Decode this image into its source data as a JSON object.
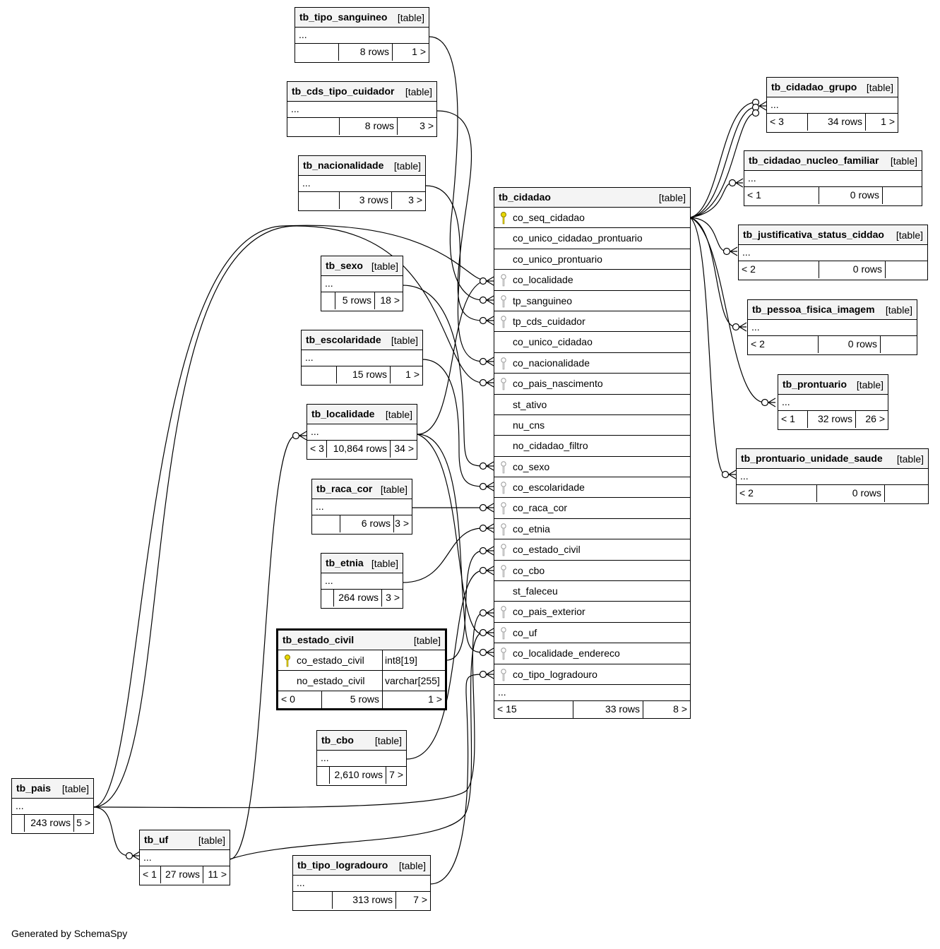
{
  "focus_table": {
    "name": "tb_estado_civil",
    "type": "[table]",
    "columns": [
      {
        "name": "co_estado_civil",
        "datatype": "int8[19]",
        "key": "primary"
      },
      {
        "name": "no_estado_civil",
        "datatype": "varchar[255]",
        "key": "none"
      }
    ],
    "footer": {
      "parents": "< 0",
      "rows": "5 rows",
      "children": "1 >"
    }
  },
  "center_table": {
    "name": "tb_cidadao",
    "type": "[table]",
    "columns": [
      {
        "name": "co_seq_cidadao",
        "key": "primary"
      },
      {
        "name": "co_unico_cidadao_prontuario",
        "key": "none"
      },
      {
        "name": "co_unico_prontuario",
        "key": "none"
      },
      {
        "name": "co_localidade",
        "key": "foreign"
      },
      {
        "name": "tp_sanguineo",
        "key": "foreign"
      },
      {
        "name": "tp_cds_cuidador",
        "key": "foreign"
      },
      {
        "name": "co_unico_cidadao",
        "key": "none"
      },
      {
        "name": "co_nacionalidade",
        "key": "foreign"
      },
      {
        "name": "co_pais_nascimento",
        "key": "foreign"
      },
      {
        "name": "st_ativo",
        "key": "none"
      },
      {
        "name": "nu_cns",
        "key": "none"
      },
      {
        "name": "no_cidadao_filtro",
        "key": "none"
      },
      {
        "name": "co_sexo",
        "key": "foreign"
      },
      {
        "name": "co_escolaridade",
        "key": "foreign"
      },
      {
        "name": "co_raca_cor",
        "key": "foreign"
      },
      {
        "name": "co_etnia",
        "key": "foreign"
      },
      {
        "name": "co_estado_civil",
        "key": "foreign"
      },
      {
        "name": "co_cbo",
        "key": "foreign"
      },
      {
        "name": "st_faleceu",
        "key": "none"
      },
      {
        "name": "co_pais_exterior",
        "key": "foreign"
      },
      {
        "name": "co_uf",
        "key": "foreign"
      },
      {
        "name": "co_localidade_endereco",
        "key": "foreign"
      },
      {
        "name": "co_tipo_logradouro",
        "key": "foreign"
      }
    ],
    "ellipsis": "...",
    "footer": {
      "parents": "< 15",
      "rows": "33 rows",
      "children": "8 >"
    }
  },
  "tables": [
    {
      "id": "t1",
      "name": "tb_tipo_sanguineo",
      "type": "[table]",
      "ellipsis": "...",
      "parents": "",
      "rows": "8 rows",
      "children": "1 >"
    },
    {
      "id": "t2",
      "name": "tb_cds_tipo_cuidador",
      "type": "[table]",
      "ellipsis": "...",
      "parents": "",
      "rows": "8 rows",
      "children": "3 >"
    },
    {
      "id": "t3",
      "name": "tb_nacionalidade",
      "type": "[table]",
      "ellipsis": "...",
      "parents": "",
      "rows": "3 rows",
      "children": "3 >"
    },
    {
      "id": "t4",
      "name": "tb_sexo",
      "type": "[table]",
      "ellipsis": "...",
      "parents": "",
      "rows": "5 rows",
      "children": "18 >"
    },
    {
      "id": "t5",
      "name": "tb_escolaridade",
      "type": "[table]",
      "ellipsis": "...",
      "parents": "",
      "rows": "15 rows",
      "children": "1 >"
    },
    {
      "id": "t6",
      "name": "tb_localidade",
      "type": "[table]",
      "ellipsis": "...",
      "parents": "< 3",
      "rows": "10,864 rows",
      "children": "34 >"
    },
    {
      "id": "t7",
      "name": "tb_raca_cor",
      "type": "[table]",
      "ellipsis": "...",
      "parents": "",
      "rows": "6 rows",
      "children": "3 >"
    },
    {
      "id": "t8",
      "name": "tb_etnia",
      "type": "[table]",
      "ellipsis": "...",
      "parents": "",
      "rows": "264 rows",
      "children": "3 >"
    },
    {
      "id": "t9",
      "name": "tb_cbo",
      "type": "[table]",
      "ellipsis": "...",
      "parents": "",
      "rows": "2,610 rows",
      "children": "7 >"
    },
    {
      "id": "t10",
      "name": "tb_tipo_logradouro",
      "type": "[table]",
      "ellipsis": "...",
      "parents": "",
      "rows": "313 rows",
      "children": "7 >"
    },
    {
      "id": "t11",
      "name": "tb_pais",
      "type": "[table]",
      "ellipsis": "...",
      "parents": "",
      "rows": "243 rows",
      "children": "5 >"
    },
    {
      "id": "t12",
      "name": "tb_uf",
      "type": "[table]",
      "ellipsis": "...",
      "parents": "< 1",
      "rows": "27 rows",
      "children": "11 >"
    },
    {
      "id": "t13",
      "name": "tb_cidadao_grupo",
      "type": "[table]",
      "ellipsis": "...",
      "parents": "< 3",
      "rows": "34 rows",
      "children": "1 >"
    },
    {
      "id": "t14",
      "name": "tb_cidadao_nucleo_familiar",
      "type": "[table]",
      "ellipsis": "...",
      "parents": "< 1",
      "rows": "0 rows",
      "children": ""
    },
    {
      "id": "t15",
      "name": "tb_justificativa_status_ciddao",
      "type": "[table]",
      "ellipsis": "...",
      "parents": "< 2",
      "rows": "0 rows",
      "children": ""
    },
    {
      "id": "t16",
      "name": "tb_pessoa_fisica_imagem",
      "type": "[table]",
      "ellipsis": "...",
      "parents": "< 2",
      "rows": "0 rows",
      "children": ""
    },
    {
      "id": "t17",
      "name": "tb_prontuario",
      "type": "[table]",
      "ellipsis": "...",
      "parents": "< 1",
      "rows": "32 rows",
      "children": "26 >"
    },
    {
      "id": "t18",
      "name": "tb_prontuario_unidade_saude",
      "type": "[table]",
      "ellipsis": "...",
      "parents": "< 2",
      "rows": "0 rows",
      "children": ""
    }
  ],
  "footer_text": "Generated by SchemaSpy"
}
